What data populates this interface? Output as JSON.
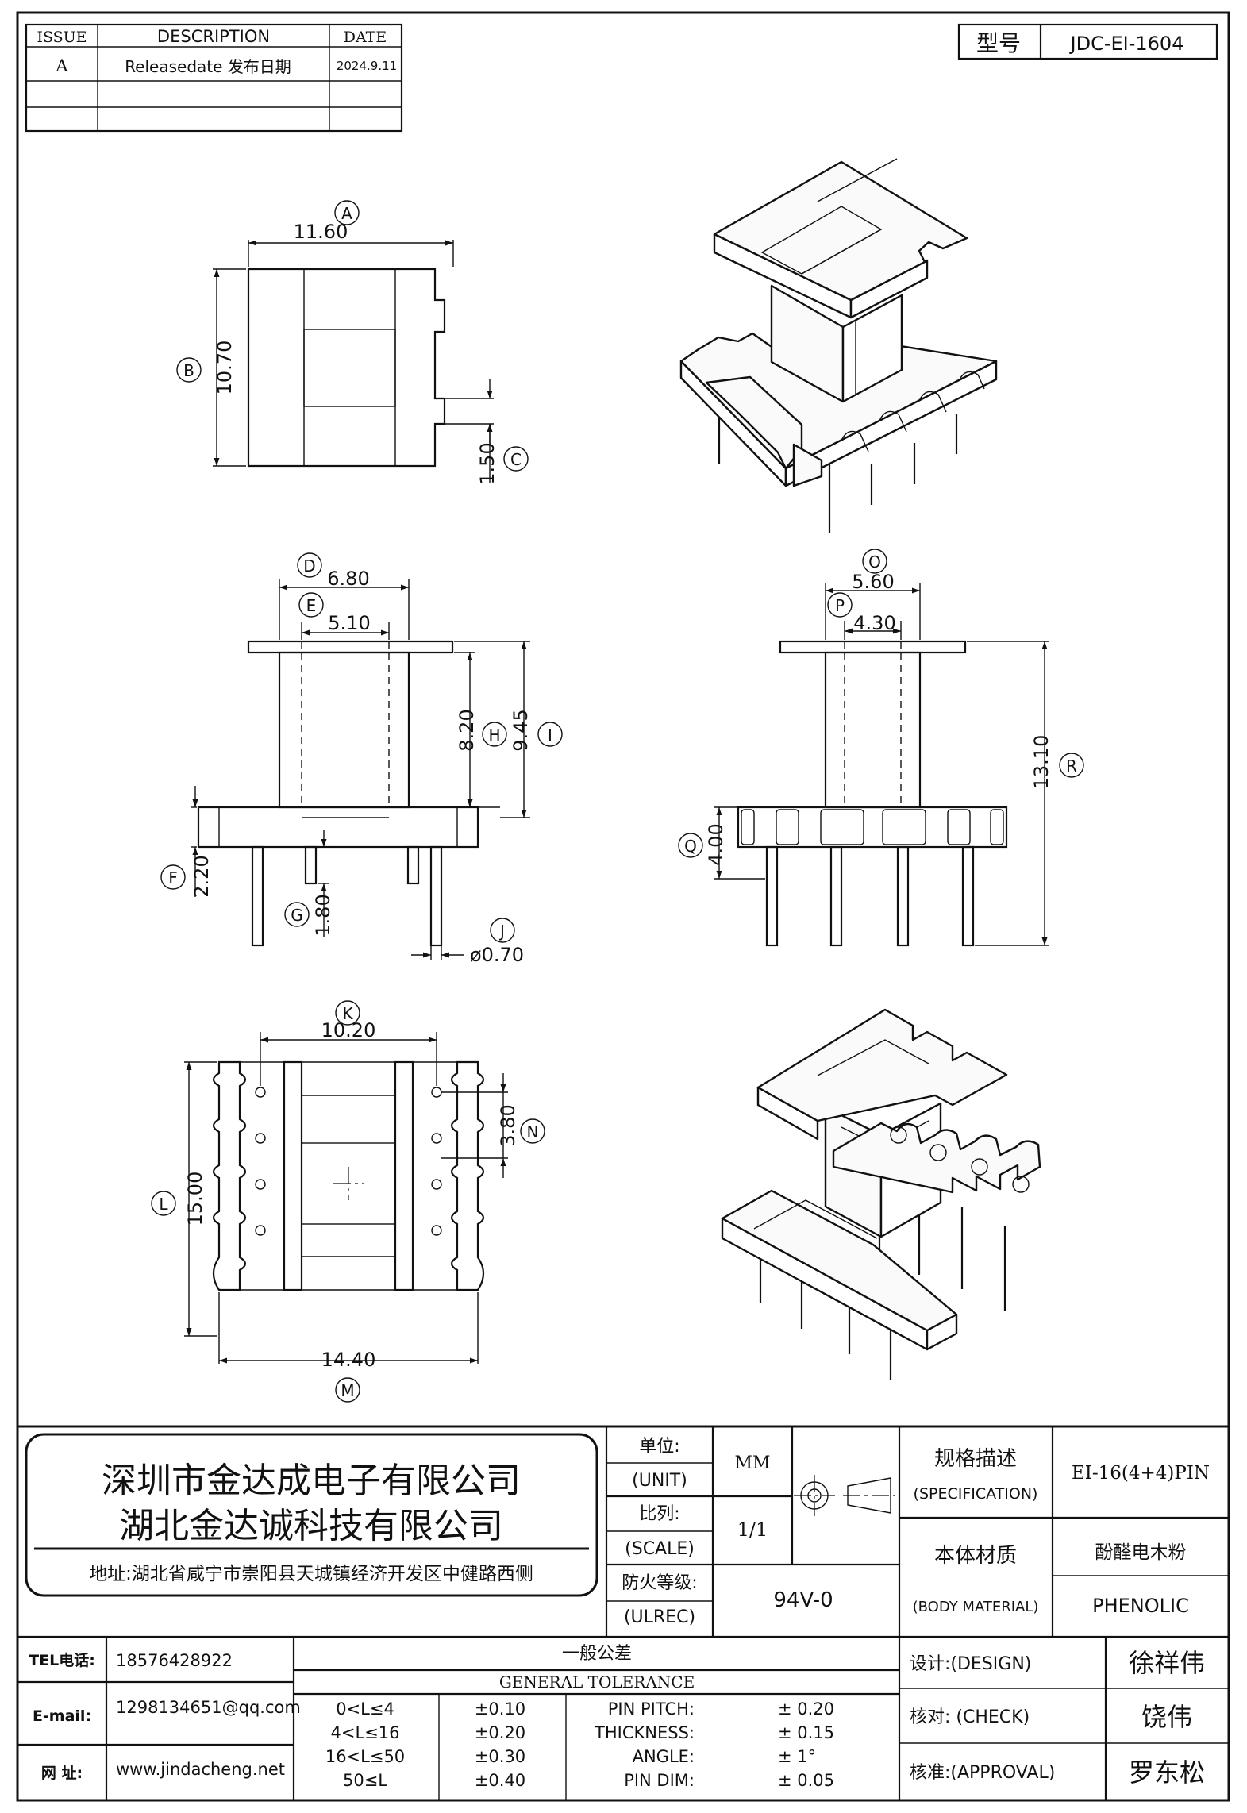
{
  "revision_table": {
    "headers": [
      "ISSUE",
      "DESCRIPTION",
      "DATE"
    ],
    "rows": [
      [
        "A",
        "Releasedate 发布日期",
        "2024.9.11"
      ],
      [
        "",
        "",
        ""
      ],
      [
        "",
        "",
        ""
      ]
    ]
  },
  "model_box": {
    "label": "型号",
    "value": "JDC-EI-1604"
  },
  "top_view": {
    "dims": [
      {
        "letter": "A",
        "value": "11.60"
      },
      {
        "letter": "B",
        "value": "10.70"
      },
      {
        "letter": "C",
        "value": "1.50"
      }
    ]
  },
  "front_view": {
    "dims": [
      {
        "letter": "D",
        "value": "6.80"
      },
      {
        "letter": "E",
        "value": "5.10"
      },
      {
        "letter": "H",
        "value": "8.20"
      },
      {
        "letter": "I",
        "value": "9.45"
      },
      {
        "letter": "F",
        "value": "2.20"
      },
      {
        "letter": "G",
        "value": "1.80"
      },
      {
        "letter": "J",
        "value": "ø0.70"
      }
    ]
  },
  "side_view": {
    "dims": [
      {
        "letter": "O",
        "value": "5.60"
      },
      {
        "letter": "P",
        "value": "4.30"
      },
      {
        "letter": "R",
        "value": "13.10"
      },
      {
        "letter": "Q",
        "value": "4.00"
      }
    ]
  },
  "bottom_view": {
    "dims": [
      {
        "letter": "K",
        "value": "10.20"
      },
      {
        "letter": "N",
        "value": "3.80"
      },
      {
        "letter": "L",
        "value": "15.00"
      },
      {
        "letter": "M",
        "value": "14.40"
      }
    ]
  },
  "title_block": {
    "company_line1": "深圳市金达成电子有限公司",
    "company_line2": "湖北金达诚科技有限公司",
    "address": "地址:湖北省咸宁市崇阳县天城镇经济开发区中健路西侧",
    "unit": {
      "label_cn": "单位:",
      "label_en": "(UNIT)",
      "value": "MM"
    },
    "scale": {
      "label_cn": "比列:",
      "label_en": "(SCALE)",
      "value": "1/1"
    },
    "flame": {
      "label_cn": "防火等级:",
      "label_en": "(ULREC)",
      "value": "94V-0"
    },
    "spec": {
      "label_cn": "规格描述",
      "label_en": "(SPECIFICATION)",
      "value": "EI-16(4+4)PIN"
    },
    "material": {
      "label_cn": "本体材质",
      "label_en": "(BODY MATERIAL)",
      "value_cn": "酚醛电木粉",
      "value_en": "PHENOLIC"
    },
    "tel": {
      "label": "TEL电话:",
      "value": "18576428922"
    },
    "email": {
      "label": "E-mail:",
      "value": "1298134651@qq.com"
    },
    "web": {
      "label": "网  址:",
      "value": "www.jindacheng.net"
    },
    "tolerance_title_cn": "一般公差",
    "tolerance_title_en": "GENERAL TOLERANCE",
    "tolerances": [
      {
        "range": "0<L≤4",
        "tol": "±0.10",
        "item": "PIN PITCH:",
        "value": "± 0.20"
      },
      {
        "range": "4<L≤16",
        "tol": "±0.20",
        "item": "THICKNESS:",
        "value": "± 0.15"
      },
      {
        "range": "16<L≤50",
        "tol": "±0.30",
        "item": "ANGLE:",
        "value": "± 1°"
      },
      {
        "range": "50≤L",
        "tol": "±0.40",
        "item": "PIN DIM:",
        "value": "± 0.05"
      }
    ],
    "design": {
      "label": "设计:(DESIGN)",
      "name": "徐祥伟"
    },
    "check": {
      "label": "核对: (CHECK)",
      "name": "饶伟"
    },
    "approval": {
      "label": "核准:(APPROVAL)",
      "name": "罗东松"
    }
  }
}
